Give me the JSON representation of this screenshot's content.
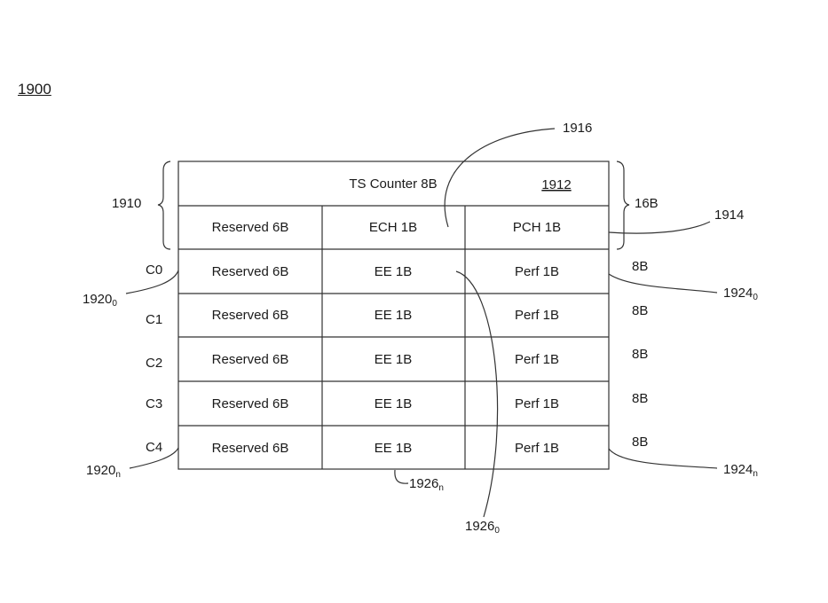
{
  "figure_number": "1900",
  "header": {
    "ts_counter": "TS Counter 8B",
    "ts_counter_ref": "1912",
    "reserved": "Reserved 6B",
    "ech": "ECH 1B",
    "pch": "PCH 1B"
  },
  "header_labels": {
    "group_ref": "1910",
    "size": "16B",
    "pch_ref": "1914",
    "ech_ref": "1916"
  },
  "rows": [
    {
      "label": "C0",
      "reserved": "Reserved 6B",
      "ee": "EE 1B",
      "perf": "Perf 1B",
      "size": "8B"
    },
    {
      "label": "C1",
      "reserved": "Reserved 6B",
      "ee": "EE 1B",
      "perf": "Perf 1B",
      "size": "8B"
    },
    {
      "label": "C2",
      "reserved": "Reserved 6B",
      "ee": "EE 1B",
      "perf": "Perf 1B",
      "size": "8B"
    },
    {
      "label": "C3",
      "reserved": "Reserved 6B",
      "ee": "EE 1B",
      "perf": "Perf 1B",
      "size": "8B"
    },
    {
      "label": "C4",
      "reserved": "Reserved 6B",
      "ee": "EE 1B",
      "perf": "Perf 1B",
      "size": "8B"
    }
  ],
  "refs": {
    "row_first": {
      "base": "1920",
      "sub": "0"
    },
    "row_last": {
      "base": "1920",
      "sub": "n"
    },
    "perf_first": {
      "base": "1924",
      "sub": "0"
    },
    "perf_last": {
      "base": "1924",
      "sub": "n"
    },
    "ee_first": {
      "base": "1926",
      "sub": "0"
    },
    "ee_last": {
      "base": "1926",
      "sub": "n"
    }
  },
  "colors": {
    "line": "#333333",
    "text": "#1a1a1a"
  }
}
